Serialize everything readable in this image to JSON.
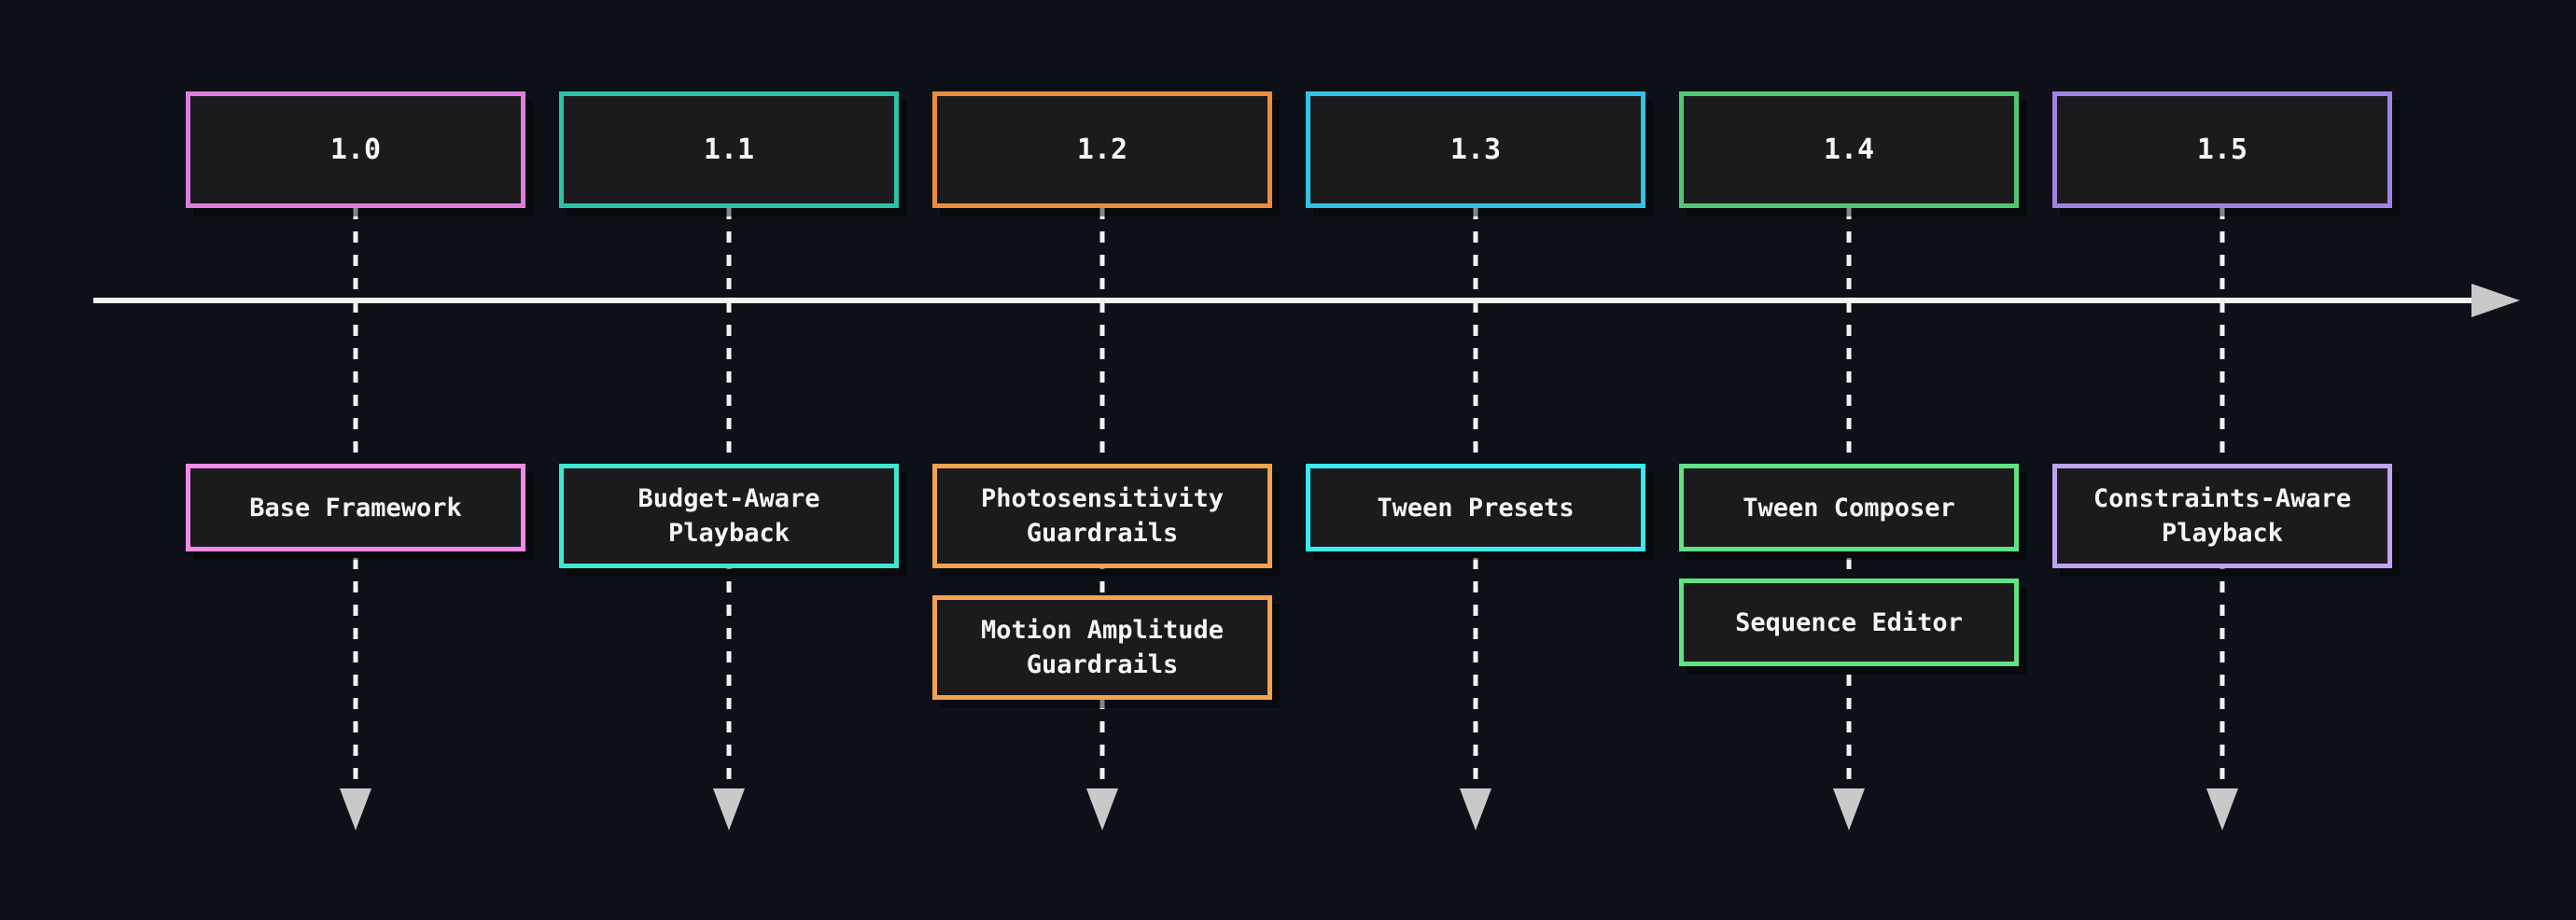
{
  "diagram": {
    "type": "version-timeline",
    "background_color": "#0d1117",
    "node_fill_color": "#1b1b1d",
    "text_color": "#f5f5f5",
    "axis_line_color": "#f2f2f2",
    "arrowhead_color": "#c9c9c9",
    "columns": [
      {
        "version": "1.0",
        "version_border_color": "#e07ce0",
        "feature_border_color": "#f18ae8",
        "features": [
          "Base Framework"
        ]
      },
      {
        "version": "1.1",
        "version_border_color": "#2bc3a5",
        "feature_border_color": "#3de8cf",
        "features": [
          "Budget-Aware Playback"
        ]
      },
      {
        "version": "1.2",
        "version_border_color": "#ec8c3d",
        "feature_border_color": "#f0a24e",
        "features": [
          "Photosensitivity Guardrails",
          "Motion Amplitude Guardrails"
        ]
      },
      {
        "version": "1.3",
        "version_border_color": "#30c3e6",
        "feature_border_color": "#36ecf0",
        "features": [
          "Tween Presets"
        ]
      },
      {
        "version": "1.4",
        "version_border_color": "#4fc873",
        "feature_border_color": "#5fe383",
        "features": [
          "Tween Composer",
          "Sequence Editor"
        ]
      },
      {
        "version": "1.5",
        "version_border_color": "#9f83e2",
        "feature_border_color": "#bfa3ee",
        "features": [
          "Constraints-Aware Playback"
        ]
      }
    ]
  }
}
